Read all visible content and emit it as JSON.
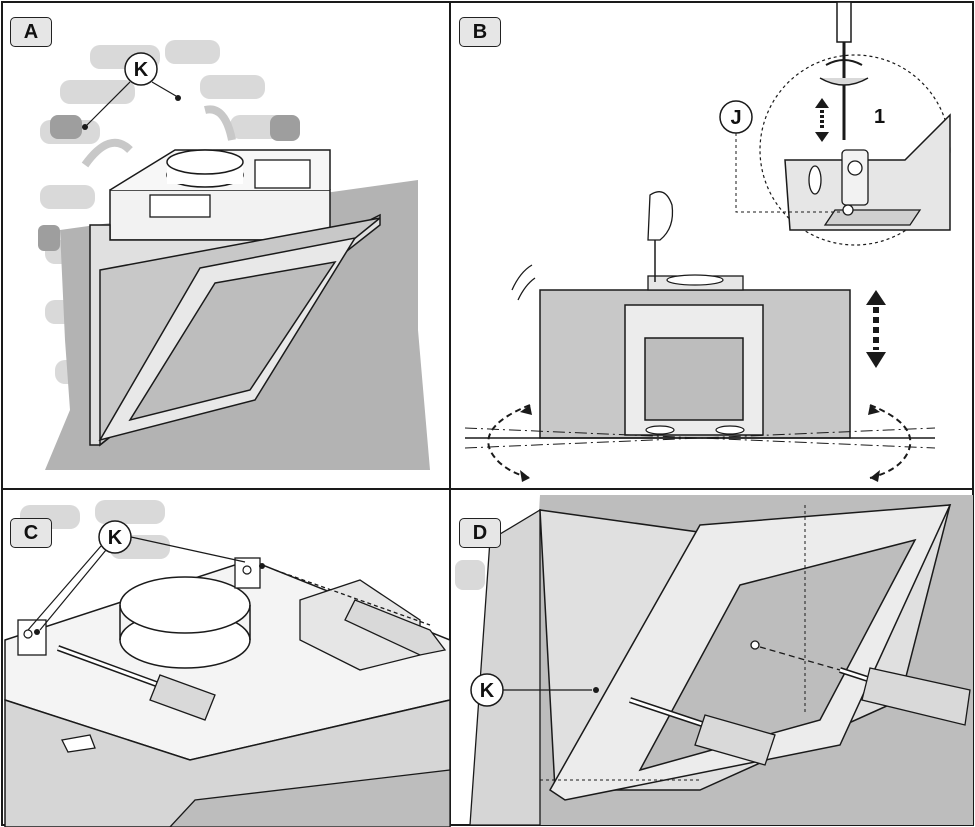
{
  "panels": [
    {
      "label": "A",
      "callouts": [
        "K"
      ]
    },
    {
      "label": "B",
      "callouts": [
        "J"
      ],
      "step": "1"
    },
    {
      "label": "C",
      "callouts": [
        "K"
      ]
    },
    {
      "label": "D",
      "callouts": [
        "K"
      ]
    }
  ],
  "colors": {
    "line": "#1a1a1a",
    "wall": "#b3b3b3",
    "brick": "#d6d6d6",
    "glass": "#bdbdbd",
    "hood": "#dcdcdc",
    "label_bg": "#e6e6e6"
  }
}
